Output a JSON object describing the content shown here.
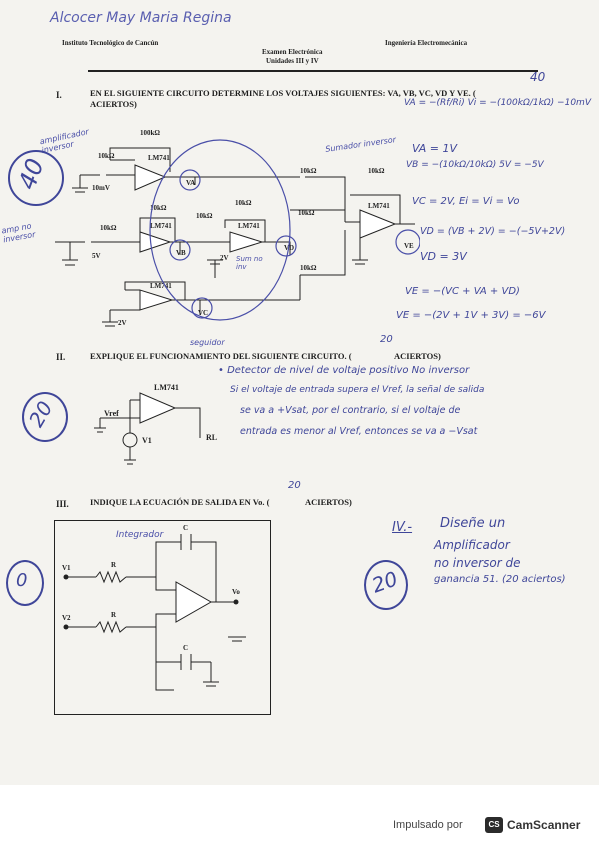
{
  "header": {
    "student_name": "Alcocer May Maria Regina",
    "institute": "Instituto Tecnológico de Cancún",
    "department": "Ingeniería Electromecánica",
    "exam_title": "Examen Electrónica",
    "exam_units": "Unidades III y IV"
  },
  "section1": {
    "number": "I.",
    "question": "EN EL SIGUIENTE CIRCUITO DETERMINE LOS VOLTAJES SIGUIENTES: VA, VB, VC, VD Y VE. (",
    "question_end": "ACIERTOS)",
    "score": "40",
    "grade_circle": "40",
    "labels": {
      "amp_inv": "amplificador inversor",
      "amp_ninv": "amp no inversor",
      "sumador": "Sumador inversor",
      "seguidor": "seguidor",
      "sumador_ni": "Sum no inv"
    },
    "circuit": {
      "r100k": "100kΩ",
      "r10k": "10kΩ",
      "opamp": "LM741",
      "source_top": "10mV",
      "source_mid": "5V",
      "source_bot": "2V",
      "node_a": "VA",
      "node_b": "VB",
      "node_c": "VC",
      "node_d": "VD",
      "node_e": "VE",
      "val_2v": "2V"
    },
    "work": {
      "l1": "VA = −(Rf/Ri) Vi = −(100kΩ/1kΩ) −10mV",
      "l2": "VA = 1V",
      "l3": "VB = −(10kΩ/10kΩ) 5V = −5V",
      "l4": "VC = 2V,  Ei = Vi = Vo",
      "l5": "VD = (VB + 2V) = −(−5V+2V)",
      "l6": "VD = 3V",
      "l7": "VE = −(VC + VA + VD)",
      "l8": "VE = −(2V + 1V + 3V) = −6V",
      "score_below": "20"
    }
  },
  "section2": {
    "number": "II.",
    "question": "EXPLIQUE EL FUNCIONAMIENTO DEL SIGUIENTE CIRCUITO. (",
    "question_end": "ACIERTOS)",
    "grade_circle": "20",
    "answer_l1": "• Detector de nivel de voltaje positivo  No inversor",
    "answer_l2": "Si el voltaje de entrada supera el Vref, la señal de salida",
    "answer_l3": "se va a +Vsat, por el contrario, si el voltaje de",
    "answer_l4": "entrada es menor al Vref, entonces se va a −Vsat",
    "circuit": {
      "opamp": "LM741",
      "vref": "Vref",
      "v1": "V1",
      "rl": "RL"
    }
  },
  "section3": {
    "score_above": "20",
    "number": "III.",
    "question": "INDIQUE LA ECUACIÓN DE SALIDA EN Vo. (",
    "question_end": "ACIERTOS)",
    "grade_circle": "0",
    "label_integrador": "Integrador",
    "circuit": {
      "c": "C",
      "r": "R",
      "v1": "V1",
      "v2": "V2",
      "vo": "Vo"
    }
  },
  "section4": {
    "number": "IV.-",
    "text_l1": "Diseñe un",
    "text_l2": "Amplificador",
    "text_l3": "no inversor de",
    "text_l4": "ganancia 51. (20 aciertos)",
    "grade_circle": "20"
  },
  "footer": {
    "powered_by": "Impulsado por",
    "brand_badge": "CS",
    "brand_name": "CamScanner"
  },
  "colors": {
    "ink_blue": "#3f4699",
    "pen_purple": "#4a4fa8",
    "paper": "#f4f3ef"
  }
}
